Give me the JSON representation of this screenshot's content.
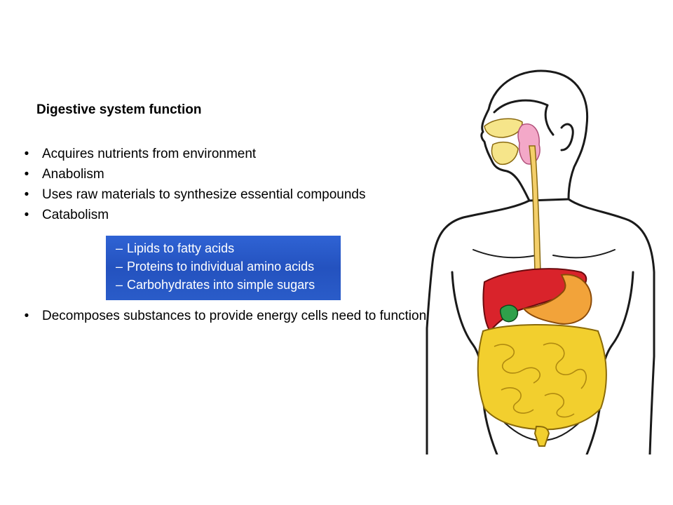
{
  "title": "Digestive system function",
  "bullets_top": [
    "Acquires nutrients from environment",
    "Anabolism",
    "Uses raw materials to synthesize essential compounds",
    "Catabolism"
  ],
  "catabolism_subitems": [
    "Lipids to fatty acids",
    "Proteins to individual amino acids",
    "Carbohydrates into simple sugars"
  ],
  "bullets_bottom": [
    "Decomposes substances to provide energy cells need to function"
  ],
  "dash_glyph": "–",
  "bullet_glyph": "•",
  "colors": {
    "subbox_bg": "#2a5cc9",
    "liver": "#d9232b",
    "stomach": "#f2a33a",
    "intestine": "#f2cf2e",
    "esophagus": "#f4cf6a",
    "gallbladder": "#2fa04a",
    "salivary": "#f3a8c8"
  }
}
